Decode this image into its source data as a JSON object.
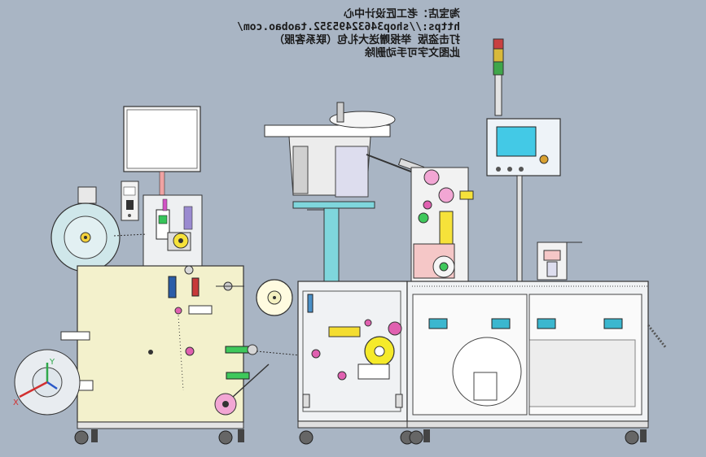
{
  "watermark": {
    "lines": [
      "淘宝店：老工匠设计中心",
      "https://shop34632495352.taobao.com/",
      "打击盗版 举报赠送大礼包（联系客服）",
      "此图文字可手动删除"
    ],
    "mirrored": true
  },
  "axis_triad": {
    "x_label": "X",
    "y_label": "Y"
  },
  "colors": {
    "background": "#a9b5c4",
    "machine_body": "#f3f1cc",
    "panel_frame": "#dde3ea",
    "reel": "#cfe7ea",
    "roller_pink": "#e56fb0",
    "roller_yellow": "#f2ea2b",
    "hmi_screen": "#43c9e6",
    "tower_red": "#c94040",
    "tower_amber": "#d9b93a",
    "tower_green": "#3fa64a",
    "bin_blue": "#3bb7cf",
    "column_cyan": "#7fd6dc",
    "plate_green": "#41c85a"
  }
}
